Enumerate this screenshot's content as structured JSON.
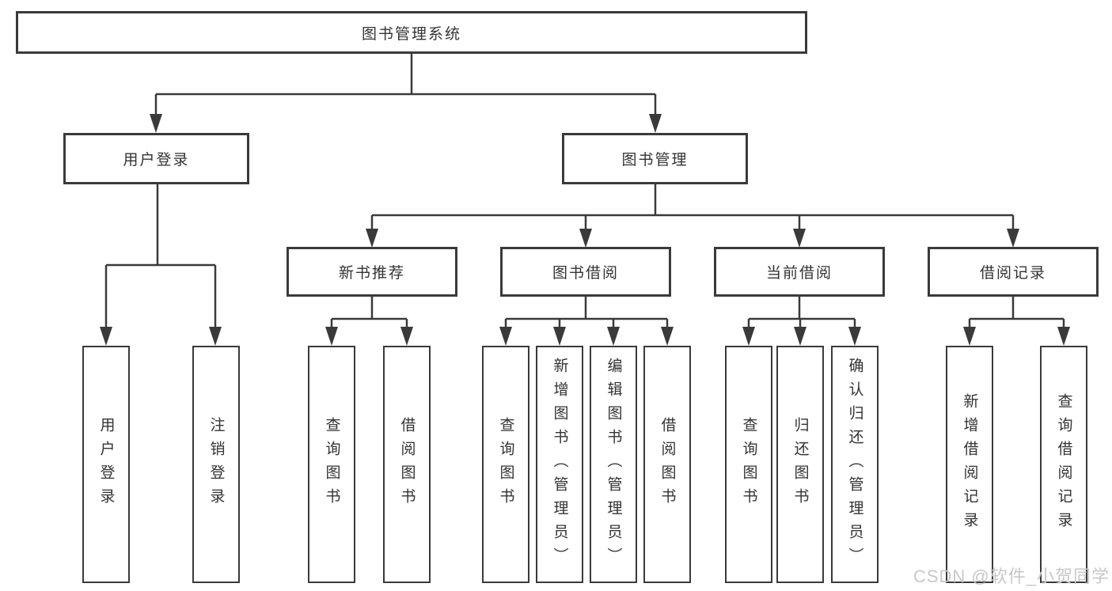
{
  "tree": {
    "label": "图书管理系统",
    "children": [
      {
        "label": "用户登录",
        "children": [
          {
            "label": "用户登录"
          },
          {
            "label": "注销登录"
          }
        ]
      },
      {
        "label": "图书管理",
        "children": [
          {
            "label": "新书推荐",
            "children": [
              {
                "label": "查询图书"
              },
              {
                "label": "借阅图书"
              }
            ]
          },
          {
            "label": "图书借阅",
            "children": [
              {
                "label": "查询图书"
              },
              {
                "label": "新增图书（管理员）"
              },
              {
                "label": "编辑图书（管理员）"
              },
              {
                "label": "借阅图书"
              }
            ]
          },
          {
            "label": "当前借阅",
            "children": [
              {
                "label": "查询图书"
              },
              {
                "label": "归还图书"
              },
              {
                "label": "确认归还（管理员）"
              }
            ]
          },
          {
            "label": "借阅记录",
            "children": [
              {
                "label": "新增借阅记录"
              },
              {
                "label": "查询借阅记录"
              }
            ]
          }
        ]
      }
    ]
  },
  "watermark": {
    "text": "CSDN @软件_小贺同学",
    "color": "#c8c8c8"
  },
  "colors": {
    "line": "#3a3a3a",
    "text": "#333333",
    "background": "#ffffff"
  }
}
